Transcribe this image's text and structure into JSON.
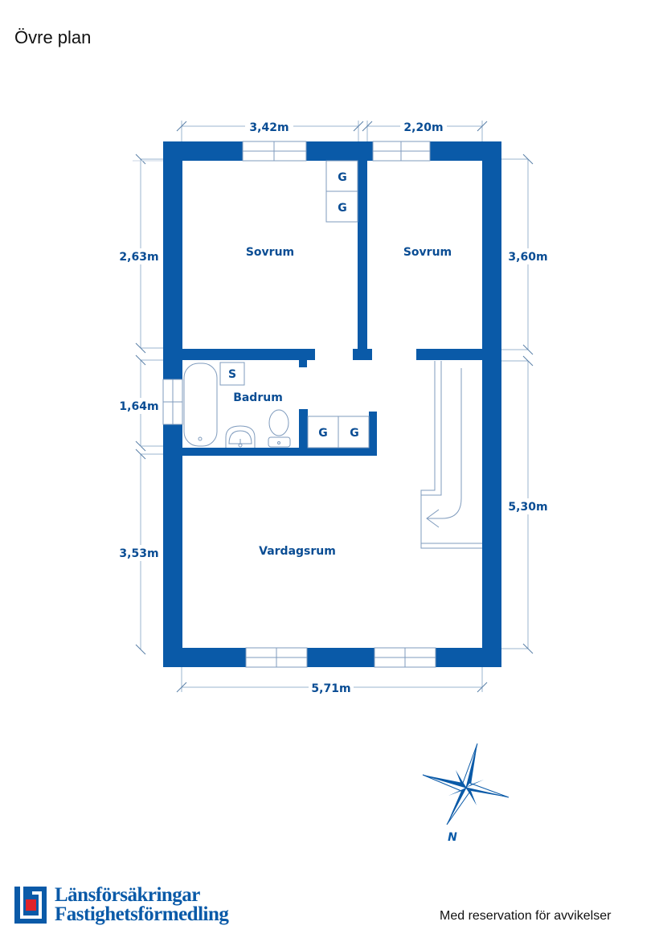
{
  "page": {
    "title": "Övre plan",
    "disclaimer": "Med reservation för avvikelser"
  },
  "colors": {
    "wall": "#0a5aa8",
    "dimension_line": "#9bb4cf",
    "fixture_line": "#7f9bbd",
    "text": "#0a4d94",
    "logo_red": "#e0232a"
  },
  "dimensions": {
    "top_left": "3,42m",
    "top_right": "2,20m",
    "left_top": "2,63m",
    "left_middle": "1,64m",
    "left_bottom": "3,53m",
    "right_top": "3,60m",
    "right_bottom": "5,30m",
    "bottom": "5,71m"
  },
  "rooms": {
    "bedroom_1": "Sovrum",
    "bedroom_2": "Sovrum",
    "bathroom": "Badrum",
    "living_room": "Vardagsrum"
  },
  "closets": {
    "bedroom_closet_1": "G",
    "bedroom_closet_2": "G",
    "hall_closet_1": "G",
    "hall_closet_2": "G",
    "bath_cabinet": "S"
  },
  "compass": {
    "north_label": "N",
    "icon": "compass-rose-icon"
  },
  "logo": {
    "line1": "Länsförsäkringar",
    "line2": "Fastighetsförmedling",
    "icon": "lansforsakringar-logo-icon"
  }
}
